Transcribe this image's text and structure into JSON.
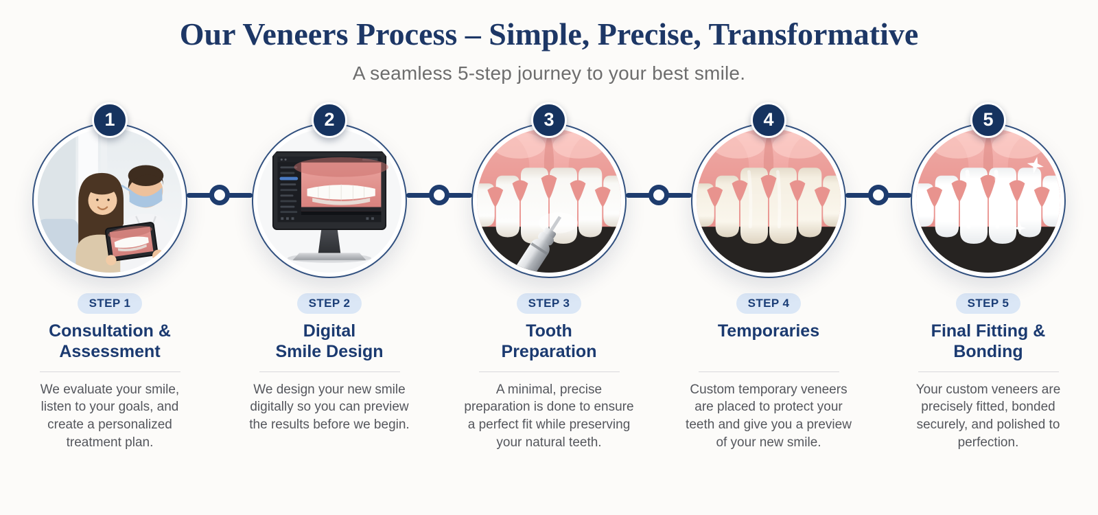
{
  "header": {
    "title": "Our Veneers Process – Simple, Precise, Transformative",
    "subtitle": "A seamless 5-step journey to your best smile."
  },
  "palette": {
    "navy_dark": "#16335f",
    "navy_title": "#1d3766",
    "step_title_blue": "#1b3a70",
    "pill_background": "#dbe7f6",
    "pill_text": "#1c3f78",
    "connector_navy": "#1e3c6e",
    "body_text_gray": "#54565c",
    "subtitle_gray": "#6d6d6d",
    "page_background": "#fcfbf9"
  },
  "steps": [
    {
      "num": "1",
      "pill": "STEP 1",
      "title_line1": "Consultation &",
      "title_line2": "Assessment",
      "desc": "We evaluate your smile, listen to your goals, and create a personalized treatment plan.",
      "image": "consultation-photo"
    },
    {
      "num": "2",
      "pill": "STEP 2",
      "title_line1": "Digital",
      "title_line2": "Smile Design",
      "desc": "We design your new smile digitally so you can preview the results before we begin.",
      "image": "digital-smile-design-monitor"
    },
    {
      "num": "3",
      "pill": "STEP 3",
      "title_line1": "Tooth",
      "title_line2": "Preparation",
      "desc": "A minimal, precise preparation is done to ensure a perfect fit while preserving your natural teeth.",
      "image": "tooth-preparation-illustration"
    },
    {
      "num": "4",
      "pill": "STEP 4",
      "title_line1": "Temporaries",
      "title_line2": "",
      "desc": "Custom temporary veneers are placed to protect your teeth and give you a preview of your new smile.",
      "image": "temporary-veneers-illustration"
    },
    {
      "num": "5",
      "pill": "STEP 5",
      "title_line1": "Final Fitting &",
      "title_line2": "Bonding",
      "desc": "Your custom veneers are precisely fitted, bonded securely, and polished to perfection.",
      "image": "final-veneers-illustration"
    }
  ]
}
